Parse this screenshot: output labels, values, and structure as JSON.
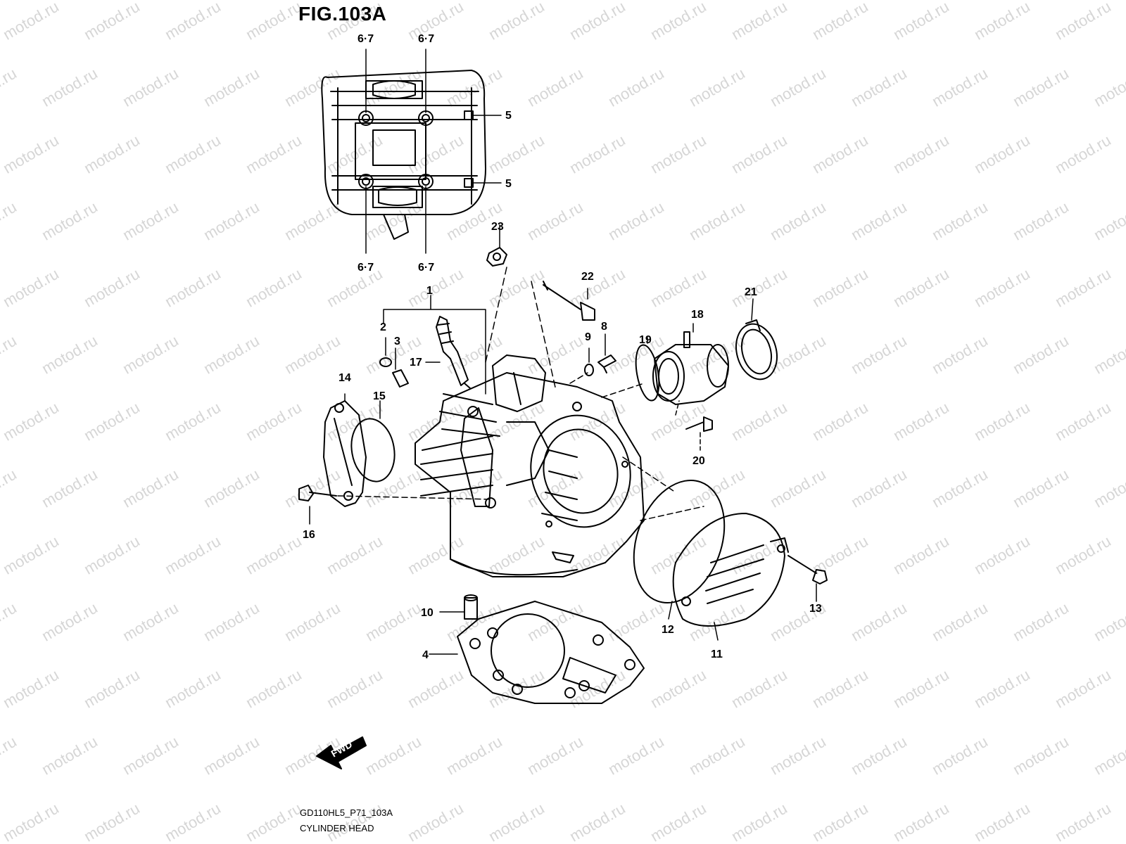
{
  "figure": {
    "title": "FIG.103A",
    "code": "GD110HL5_P71_103A",
    "caption": "CYLINDER HEAD",
    "fwd_label": "FWD"
  },
  "watermark": "motod.ru",
  "callouts": {
    "c67a": "6·7",
    "c67b": "6·7",
    "c67c": "6·7",
    "c67d": "6·7",
    "c5a": "5",
    "c5b": "5",
    "c1": "1",
    "c2": "2",
    "c3": "3",
    "c4": "4",
    "c8": "8",
    "c9": "9",
    "c10": "10",
    "c11": "11",
    "c12": "12",
    "c13": "13",
    "c14": "14",
    "c15": "15",
    "c16": "16",
    "c17": "17",
    "c18": "18",
    "c19": "19",
    "c20": "20",
    "c21": "21",
    "c22": "22",
    "c23": "23"
  }
}
